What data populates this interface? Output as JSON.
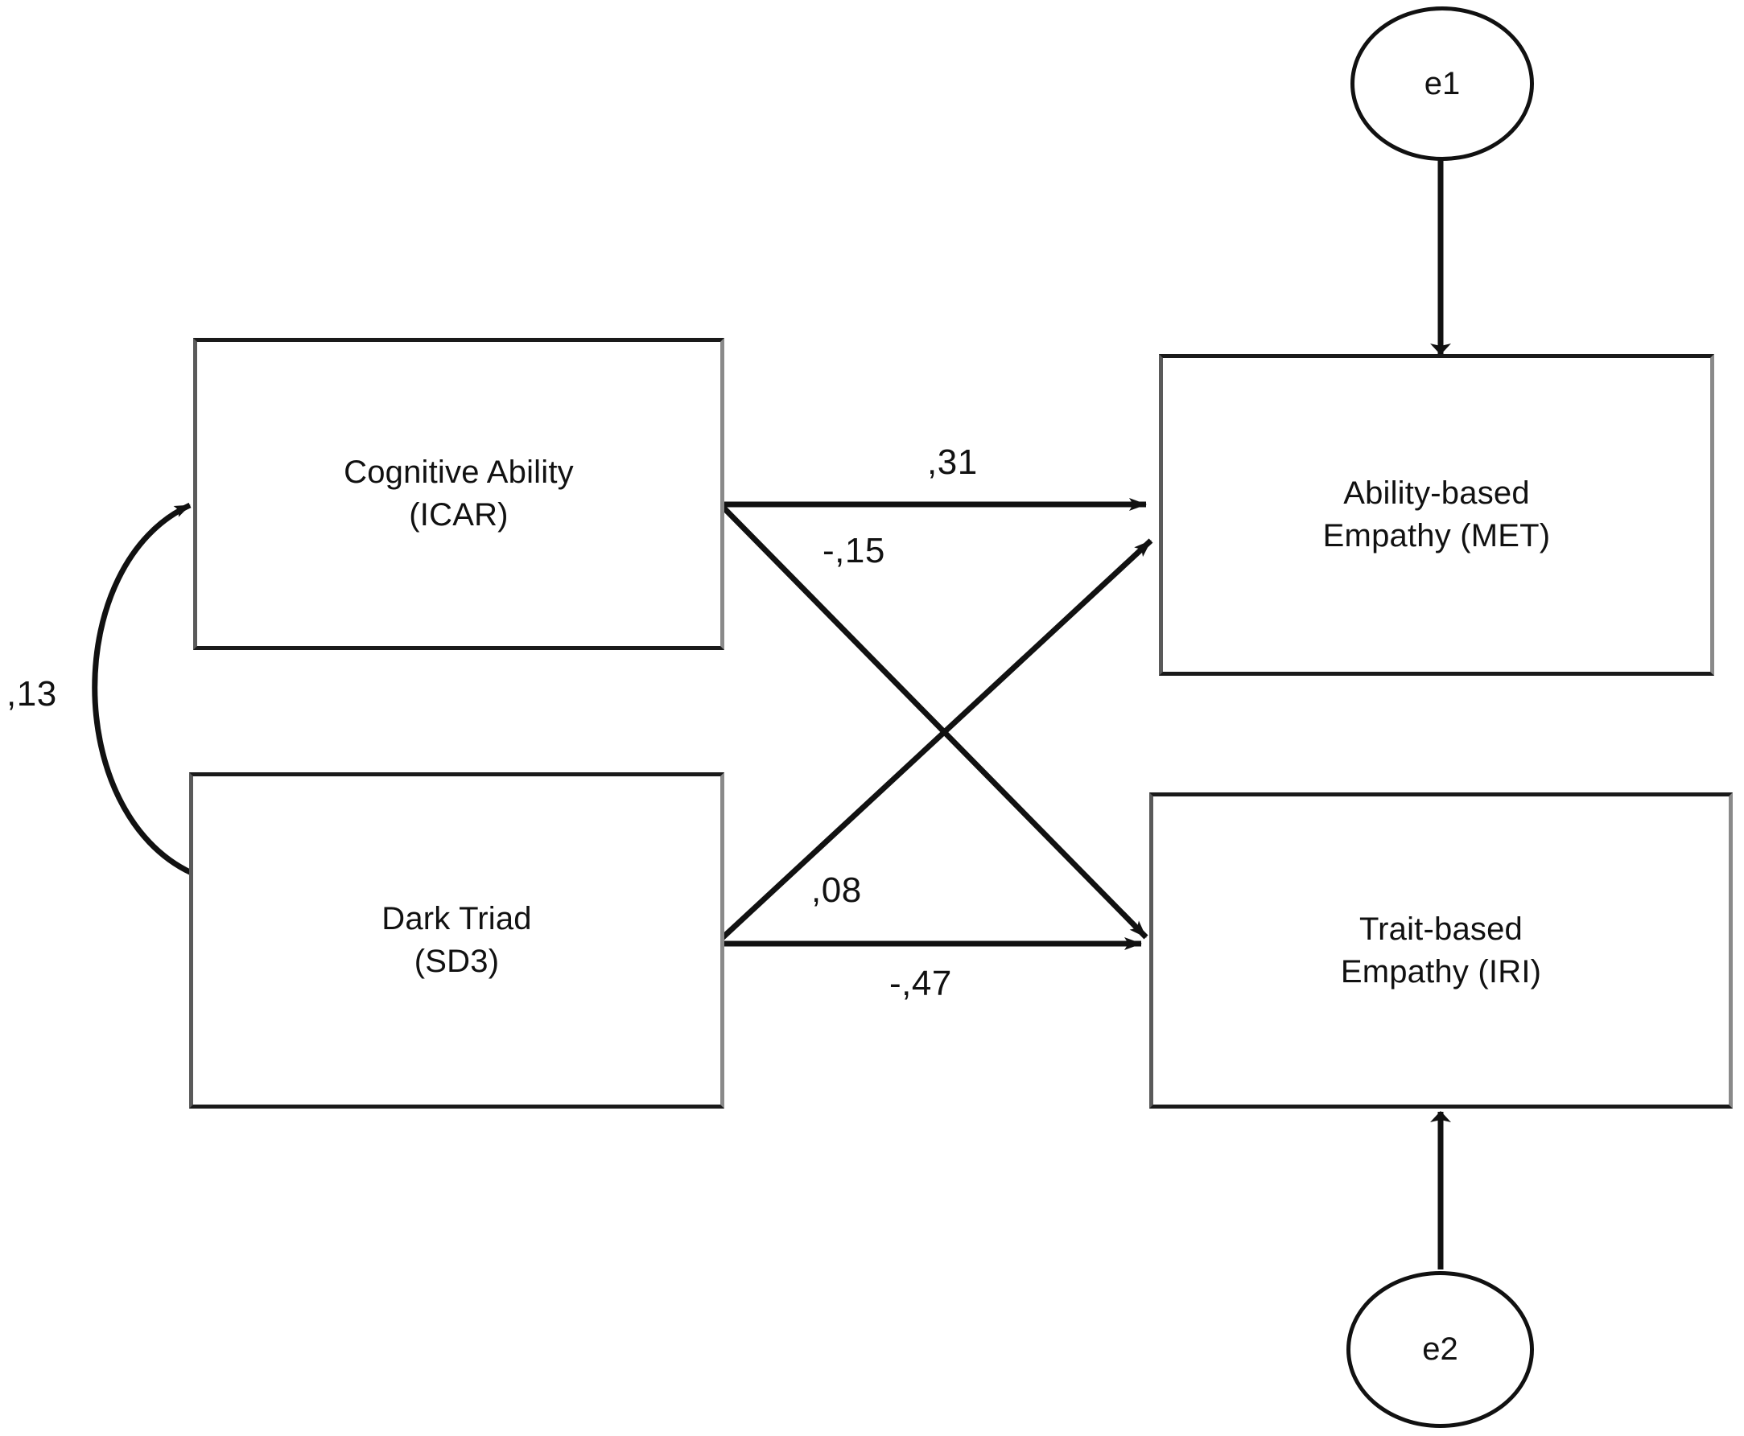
{
  "diagram": {
    "type": "path-diagram",
    "notation": "decimal-comma",
    "nodes": [
      {
        "id": "icar",
        "label": "Cognitive Ability\n(ICAR)",
        "shape": "rectangle",
        "role": "predictor"
      },
      {
        "id": "sd3",
        "label": "Dark Triad\n(SD3)",
        "shape": "rectangle",
        "role": "predictor"
      },
      {
        "id": "met",
        "label": "Ability-based\nEmpathy (MET)",
        "shape": "rectangle",
        "role": "outcome"
      },
      {
        "id": "iri",
        "label": "Trait-based\nEmpathy (IRI)",
        "shape": "rectangle",
        "role": "outcome"
      },
      {
        "id": "e1",
        "label": "e1",
        "shape": "ellipse",
        "role": "error-term"
      },
      {
        "id": "e2",
        "label": "e2",
        "shape": "ellipse",
        "role": "error-term"
      }
    ],
    "paths": [
      {
        "id": "icar-met",
        "from": "icar",
        "to": "met",
        "coefficient": ",31",
        "kind": "directed"
      },
      {
        "id": "icar-iri",
        "from": "icar",
        "to": "iri",
        "coefficient": "-,15",
        "kind": "directed"
      },
      {
        "id": "sd3-met",
        "from": "sd3",
        "to": "met",
        "coefficient": ",08",
        "kind": "directed"
      },
      {
        "id": "sd3-iri",
        "from": "sd3",
        "to": "iri",
        "coefficient": "-,47",
        "kind": "directed"
      },
      {
        "id": "icar-sd3",
        "from": "icar",
        "to": "sd3",
        "coefficient": ",13",
        "kind": "covariance"
      },
      {
        "id": "e1-met",
        "from": "e1",
        "to": "met",
        "coefficient": "",
        "kind": "error"
      },
      {
        "id": "e2-iri",
        "from": "e2",
        "to": "iri",
        "coefficient": "",
        "kind": "error"
      }
    ],
    "colors": {
      "stroke": "#111111",
      "box_border": "#1a1a1a",
      "background": "#ffffff"
    }
  }
}
